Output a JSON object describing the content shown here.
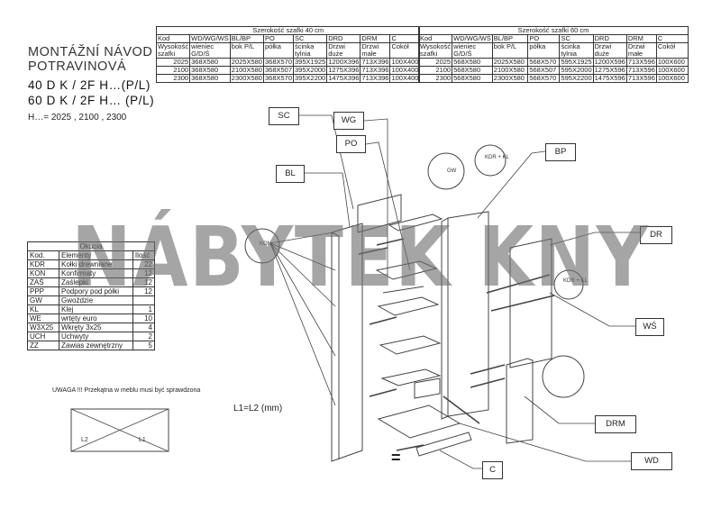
{
  "title": {
    "line1": "MONTÁŽNÍ NÁVOD",
    "line2": "POTRAVINOVÁ"
  },
  "subtitle": {
    "line1": "40 D K / 2F H…(P/L)",
    "line2": "60 D K / 2F H… (P/L)",
    "line3": "H…= 2025 , 2100 , 2300"
  },
  "spec_40": {
    "caption": "Szerokość szafki 40 cm",
    "header_row1": [
      "Kod",
      "WD/WG/WŚ",
      "BL/BP",
      "PO",
      "SC",
      "DRD",
      "DRM",
      "C"
    ],
    "header_row2": [
      "Wysokość szafki",
      "wieniec G/D/Ś",
      "bok P/L",
      "półka",
      "ścinka tylnia",
      "Drzwi duże",
      "Drzwi małe",
      "Cokół"
    ],
    "rows": [
      [
        "2025",
        "368X580",
        "2025X580",
        "368X570",
        "395X1925",
        "1200X396",
        "713X396",
        "100X400"
      ],
      [
        "2100",
        "368X580",
        "2100X580",
        "368X507",
        "395X2000",
        "1275X396",
        "713X396",
        "100X400"
      ],
      [
        "2300",
        "368X580",
        "2300X580",
        "368X570",
        "395X2200",
        "1475X396",
        "713X396",
        "100X400"
      ]
    ]
  },
  "spec_60": {
    "caption": "Szerokość szafki 60 cm",
    "header_row1": [
      "Kod",
      "WD/WG/WŚ",
      "BL/BP",
      "PO",
      "SC",
      "DRD",
      "DRM",
      "C"
    ],
    "header_row2": [
      "Wysokość szafki",
      "wieniec G/D/Ś",
      "bok P/L",
      "półka",
      "ścinka tylnia",
      "Drzwi duże",
      "Drzwi małe",
      "Cokół"
    ],
    "rows": [
      [
        "2025",
        "568X580",
        "2025X580",
        "568X570",
        "595X1925",
        "1200X596",
        "713X596",
        "100X600"
      ],
      [
        "2100",
        "568X580",
        "2100X580",
        "568X507",
        "595X2000",
        "1275X596",
        "713X596",
        "100X600"
      ],
      [
        "2300",
        "568X580",
        "2300X580",
        "568X570",
        "595X2200",
        "1475X596",
        "713X596",
        "100X600"
      ]
    ]
  },
  "okucia": {
    "caption": "Okucia",
    "headers": [
      "Kod.",
      "Elementy",
      "Ilość"
    ],
    "rows": [
      [
        "KDR",
        "Kołki drewniane",
        "22"
      ],
      [
        "KON",
        "Konfirmaty",
        "12"
      ],
      [
        "ZAŚ",
        "Zaślepki",
        "12"
      ],
      [
        "PPP",
        "Podpory pod półki",
        "12"
      ],
      [
        "GW",
        "Gwoździe",
        ""
      ],
      [
        "KL",
        "Klej",
        "1"
      ],
      [
        "WE",
        "wrtęty euro",
        "10"
      ],
      [
        "W3X25",
        "Wkręty 3x25",
        "4"
      ],
      [
        "UCH",
        "Uchwyty",
        "2"
      ],
      [
        "ZZ",
        "Zawias zewnętrzny",
        "5"
      ]
    ]
  },
  "note": "UWAGA !!! Przekątna w meblu musi być sprawdzona",
  "diagonal": {
    "l2": "L2",
    "l1": "L1",
    "equation": "L1=L2 (mm)"
  },
  "callouts": {
    "sc": "SC",
    "wg": "WG",
    "po": "PO",
    "bl": "BL",
    "bp": "BP",
    "dr": "DR",
    "ws": "WŚ",
    "drm": "DRM",
    "wd": "WD",
    "c": "C"
  },
  "detail_labels": {
    "kon": "KON",
    "kdr1": "KDR + KL",
    "kdr2": "KDR + KL",
    "gw": "GW"
  },
  "equals_sign": "=",
  "watermark": "NÁBYTEK KNY"
}
